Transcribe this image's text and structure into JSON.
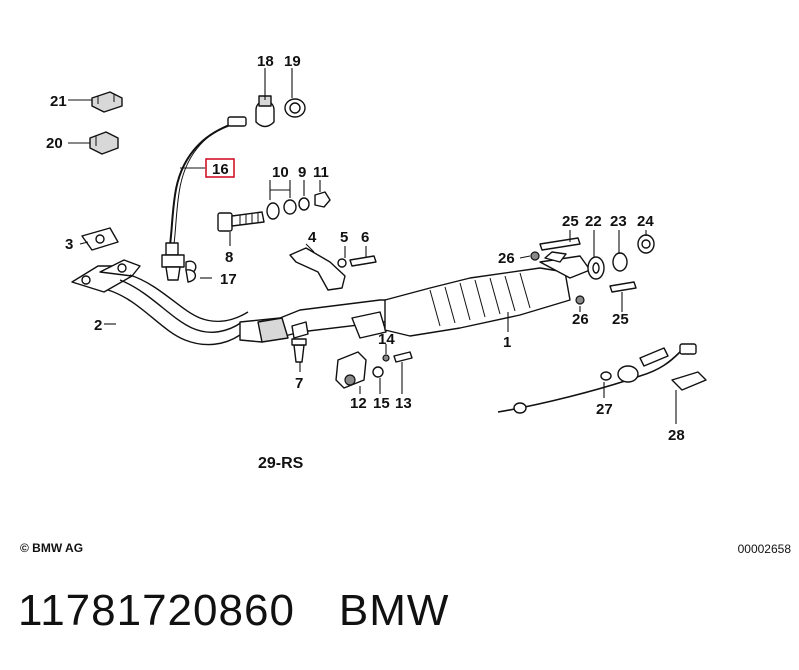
{
  "callouts": [
    "18",
    "19",
    "21",
    "20",
    "16",
    "10",
    "9",
    "11",
    "8",
    "3",
    "17",
    "4",
    "5",
    "6",
    "2",
    "7",
    "12",
    "15",
    "13",
    "14",
    "25",
    "22",
    "23",
    "24",
    "26",
    "26",
    "25",
    "1",
    "27",
    "28"
  ],
  "highlighted_callout": "16",
  "highlight_color": "#d0021b",
  "assembly_label": "29-RS",
  "copyright": "© BMW AG",
  "ref_code": "00002658",
  "part_number": "11781720860",
  "brand": "BMW"
}
